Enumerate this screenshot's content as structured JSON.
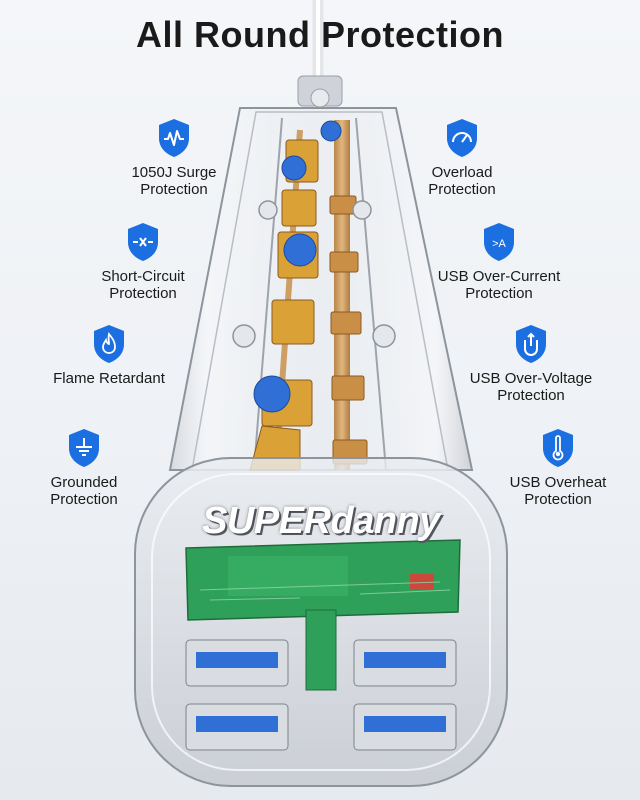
{
  "title": "All Round Protection",
  "brand": "SUPERdanny",
  "features_left": [
    {
      "label": "1050J Surge\nProtection",
      "icon": "surge-waveform-icon"
    },
    {
      "label": "Short-Circuit\nProtection",
      "icon": "short-circuit-icon"
    },
    {
      "label": "Flame Retardant",
      "icon": "flame-icon"
    },
    {
      "label": "Grounded\nProtection",
      "icon": "ground-icon"
    }
  ],
  "features_right": [
    {
      "label": "Overload\nProtection",
      "icon": "gauge-icon"
    },
    {
      "label": "USB Over-Current\nProtection",
      "icon": "over-current-icon"
    },
    {
      "label": "USB Over-Voltage\nProtection",
      "icon": "over-voltage-icon"
    },
    {
      "label": "USB Overheat\nProtection",
      "icon": "thermometer-icon"
    }
  ],
  "colors": {
    "shield": "#1b6fe0",
    "pcb": "#2fa05a",
    "usb_port": "#2f6fd6",
    "copper": "#c8914a",
    "capacitor": "#d9a136"
  }
}
